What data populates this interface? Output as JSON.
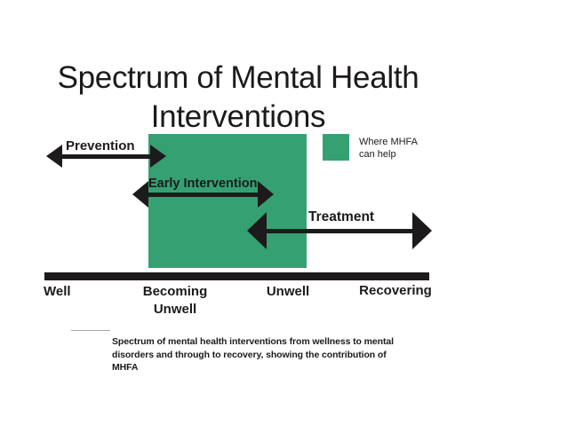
{
  "slide": {
    "title_line1": "Spectrum of Mental Health",
    "title_line2": "Interventions"
  },
  "legend": {
    "swatch_color": "#35a173",
    "label": "Where MHFA\ncan help"
  },
  "diagram": {
    "arrows": {
      "prevention": "Prevention",
      "early_intervention": "Early Intervention",
      "treatment": "Treatment"
    },
    "axis": {
      "labels": [
        "Well",
        "Becoming\nUnwell",
        "Unwell",
        "Recovering"
      ]
    }
  },
  "caption": {
    "line1": "Spectrum of mental health interventions from wellness to mental",
    "line2": "disorders and through to recovery, showing the contribution of MHFA"
  },
  "colors": {
    "mhfa_green": "#35a173",
    "ink_black": "#1d1a1b"
  }
}
